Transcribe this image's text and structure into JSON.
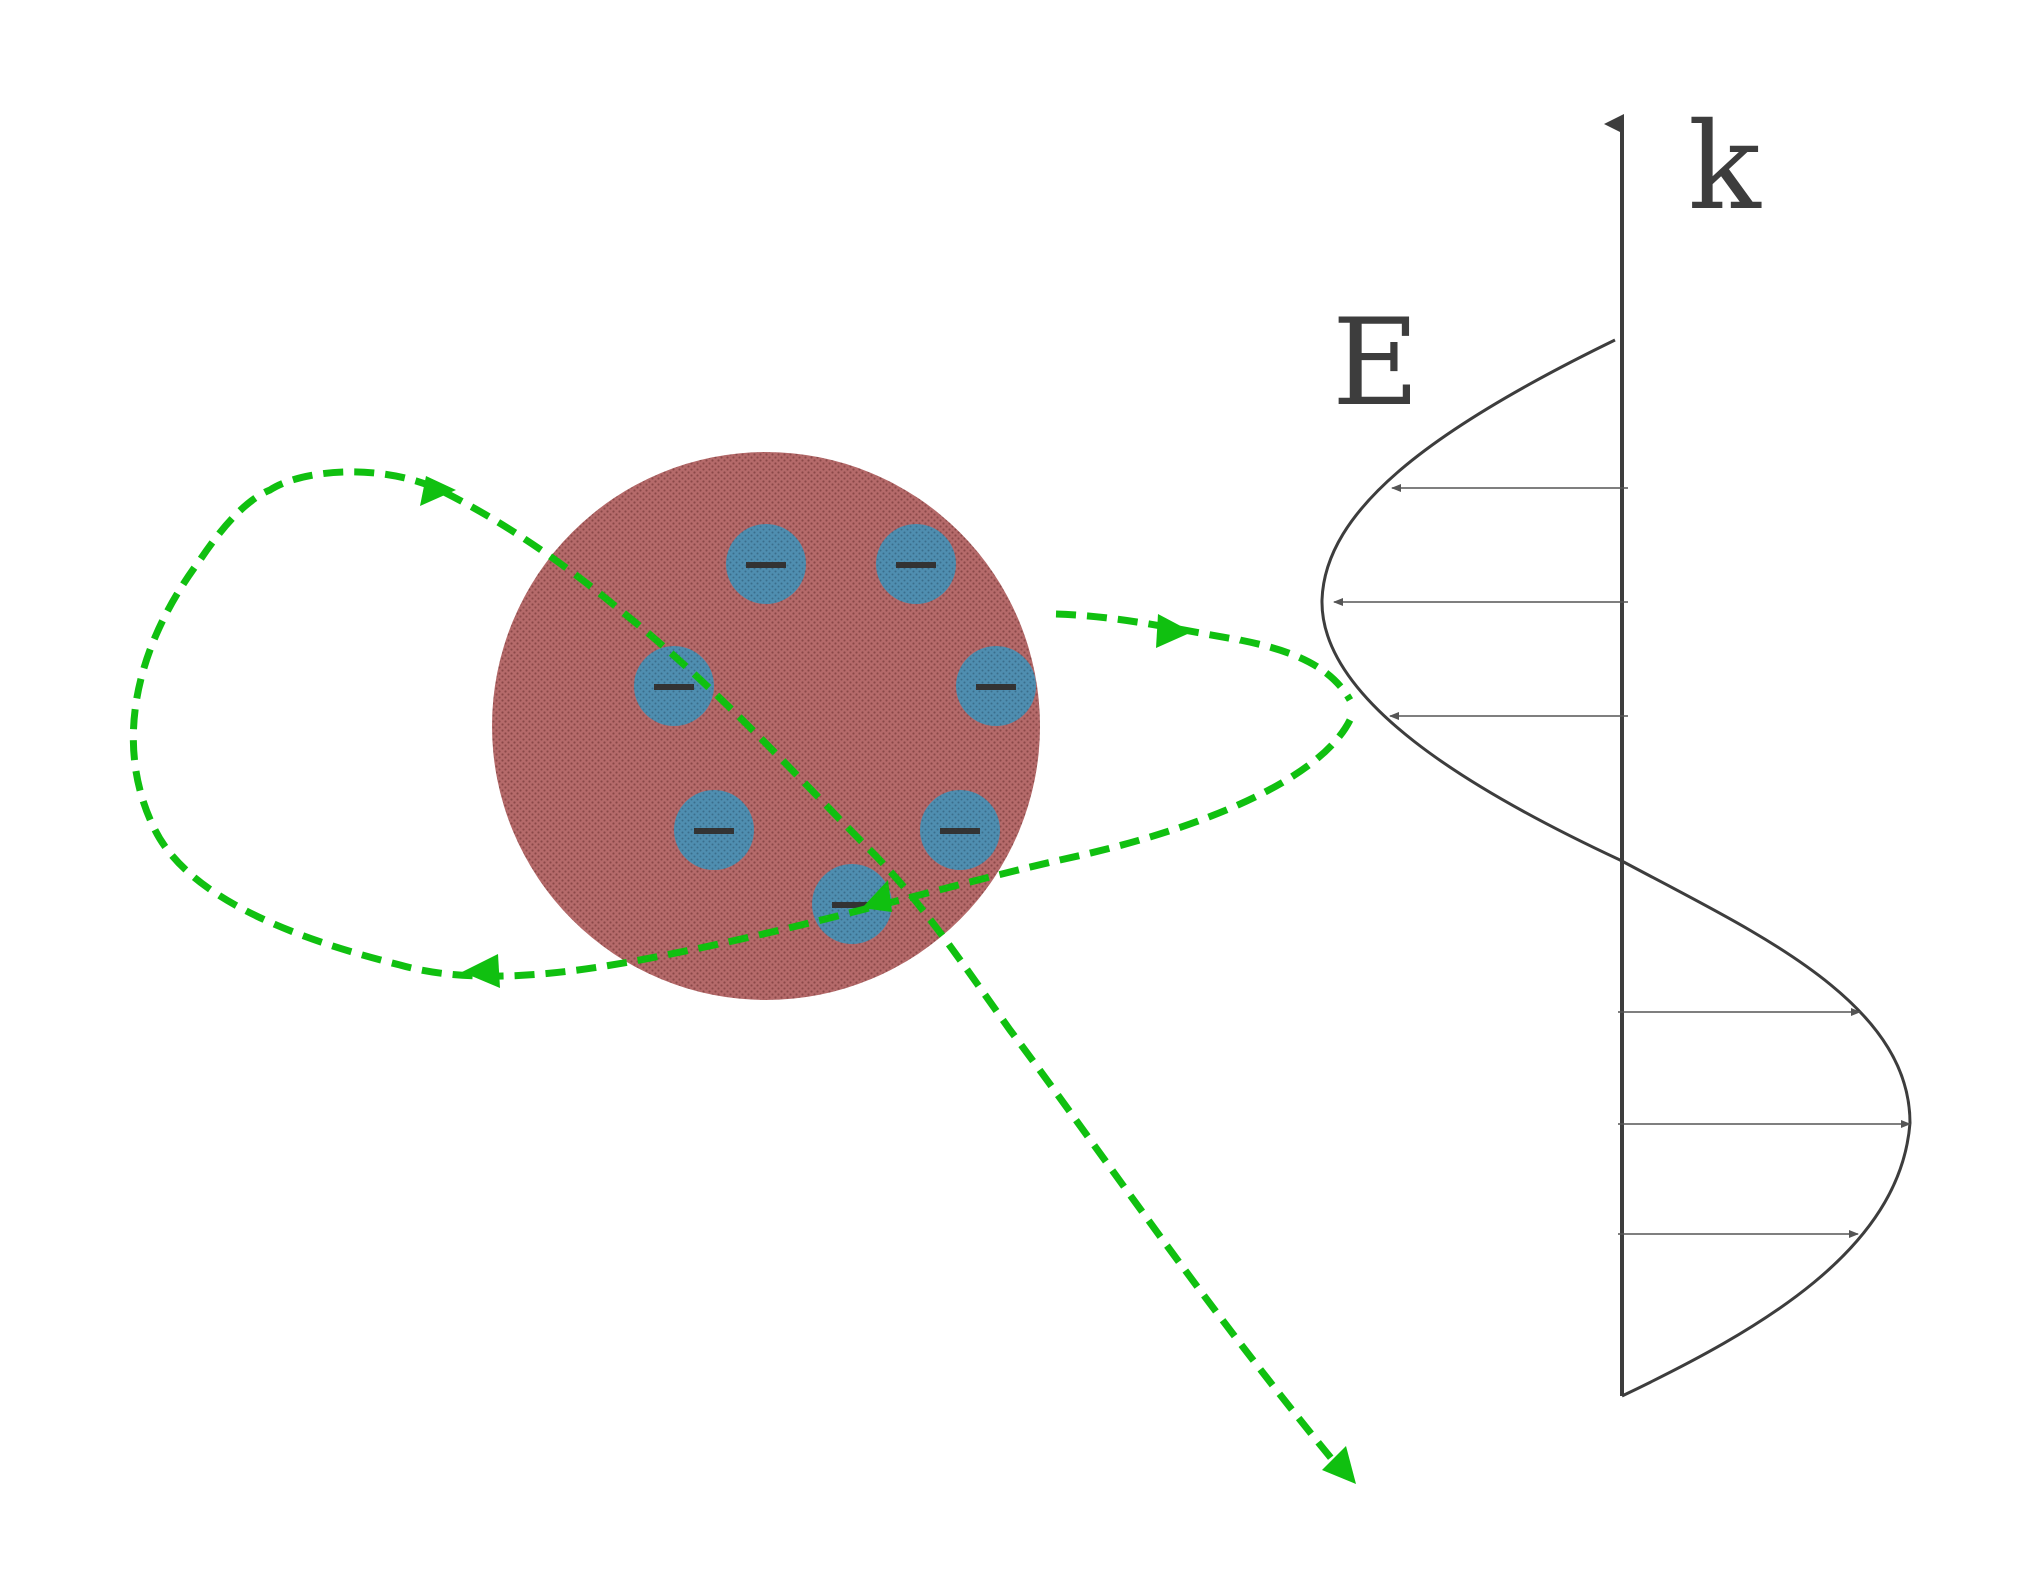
{
  "labels": {
    "k": "k",
    "E": "E"
  },
  "charges": {
    "symbol": "−",
    "count": 7
  },
  "colors": {
    "sphere": "#b56a6a",
    "sphere_texture": "#8a4848",
    "electron": "#4f8eb0",
    "electron_texture": "#3a6e8c",
    "trajectory": "#10c010",
    "axis": "#3d3d3d",
    "wave": "#3d3d3d",
    "field_arrows": "#555555"
  }
}
